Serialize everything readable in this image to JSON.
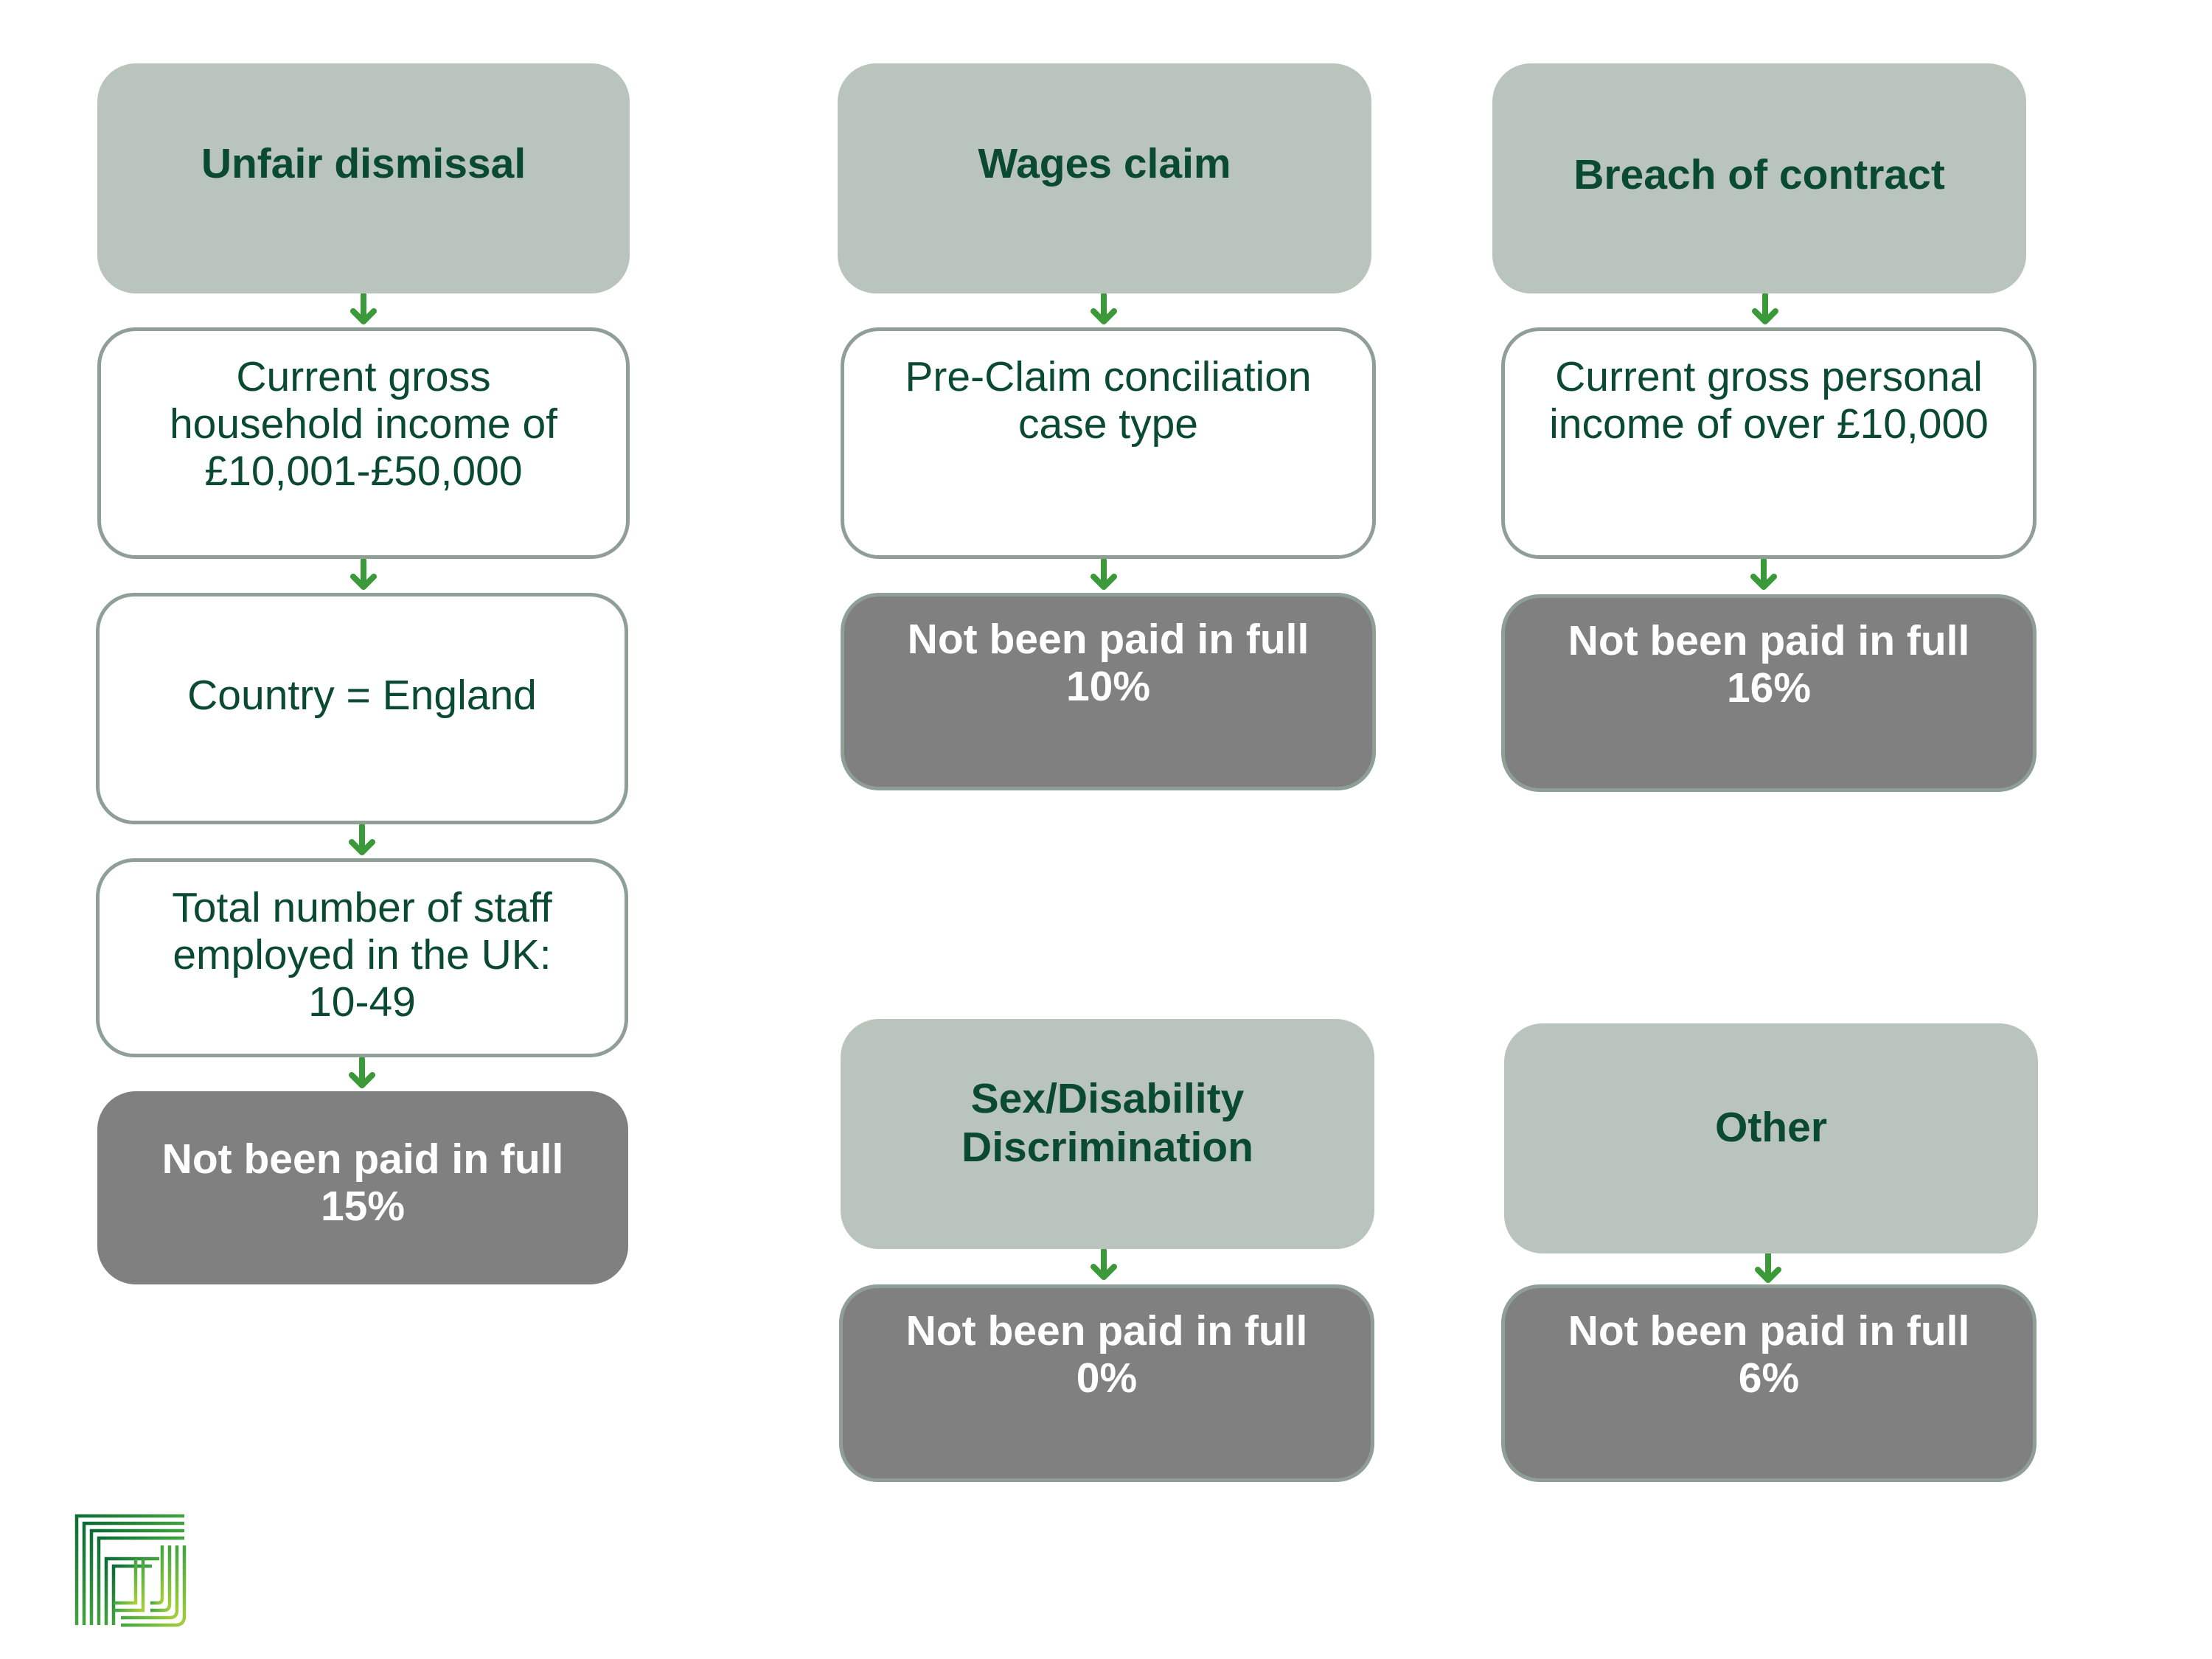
{
  "colors": {
    "header_fill": "#b9c4bd",
    "header_text": "#0b4a32",
    "criterion_border": "#8f9f96",
    "result_fill": "#808080",
    "result_text": "#ffffff",
    "arrow": "#3a9a3a"
  },
  "diagram": {
    "branches": [
      {
        "header": [
          "Unfair dismissal"
        ],
        "criteria": [
          [
            "Current gross",
            "household income of",
            "£10,001-£50,000"
          ],
          [
            "Country = England"
          ],
          [
            "Total number of staff",
            "employed in the UK:",
            "10-49"
          ]
        ],
        "result": [
          "Not been paid in full",
          "15%"
        ]
      },
      {
        "header": [
          "Wages claim"
        ],
        "criteria": [
          [
            "Pre-Claim conciliation",
            "case type"
          ]
        ],
        "result": [
          "Not been paid in full",
          "10%"
        ]
      },
      {
        "header": [
          "Breach of contract"
        ],
        "criteria": [
          [
            "Current gross personal",
            "income of over £10,000"
          ]
        ],
        "result": [
          "Not been paid in full",
          "16%"
        ]
      },
      {
        "header": [
          "Sex/Disability",
          "Discrimination"
        ],
        "criteria": [],
        "result": [
          "Not been paid in full",
          "0%"
        ]
      },
      {
        "header": [
          "Other"
        ],
        "criteria": [],
        "result": [
          "Not been paid in full",
          "6%"
        ]
      }
    ]
  },
  "logo": {
    "icon": "company-logo-icon",
    "colors": [
      "#0b6b35",
      "#4aa843",
      "#a9cf3a"
    ]
  }
}
